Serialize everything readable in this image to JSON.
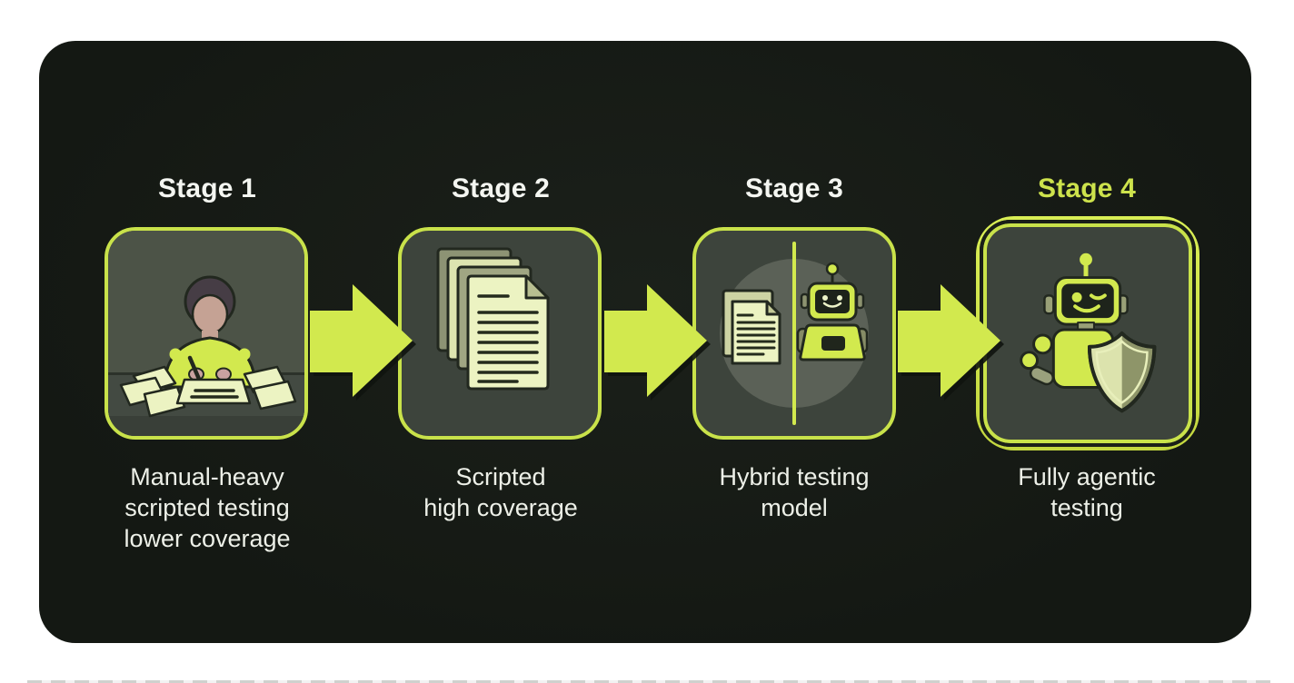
{
  "diagram": {
    "type": "process-flow",
    "description": "Four-stage evolution of software testing from manual to fully agentic",
    "stages": [
      {
        "title": "Stage 1",
        "caption_lines": [
          "Manual-heavy",
          "scripted testing",
          "lower coverage"
        ],
        "icon": "person-writing-icon",
        "highlighted": false
      },
      {
        "title": "Stage 2",
        "caption_lines": [
          "Scripted",
          "high coverage"
        ],
        "icon": "document-stack-icon",
        "highlighted": false
      },
      {
        "title": "Stage 3",
        "caption_lines": [
          "Hybrid testing",
          "model"
        ],
        "icon": "documents-and-robot-icon",
        "highlighted": false
      },
      {
        "title": "Stage 4",
        "caption_lines": [
          "Fully agentic",
          "testing"
        ],
        "icon": "robot-with-shield-icon",
        "highlighted": true
      }
    ],
    "arrows": [
      {
        "icon": "arrow-right-icon"
      },
      {
        "icon": "arrow-right-icon"
      },
      {
        "icon": "arrow-right-icon"
      }
    ]
  },
  "colors": {
    "accent": "#d2e94e",
    "accent-deep": "#b8cf3c",
    "outline": "#22281f",
    "page": "#ecf3c2",
    "olive": "#9aa17c",
    "panel-bg": "#171c16",
    "box-bg": "#3d443c",
    "box-border": "#c9e24a",
    "wall": "#4c5347",
    "desk": "#434a42",
    "circle": "#5b615a",
    "title-text": "#f4f6f1",
    "caption-text": "#edf0e8",
    "stage4-title": "#cde24c",
    "page-bg": "#ffffff"
  }
}
